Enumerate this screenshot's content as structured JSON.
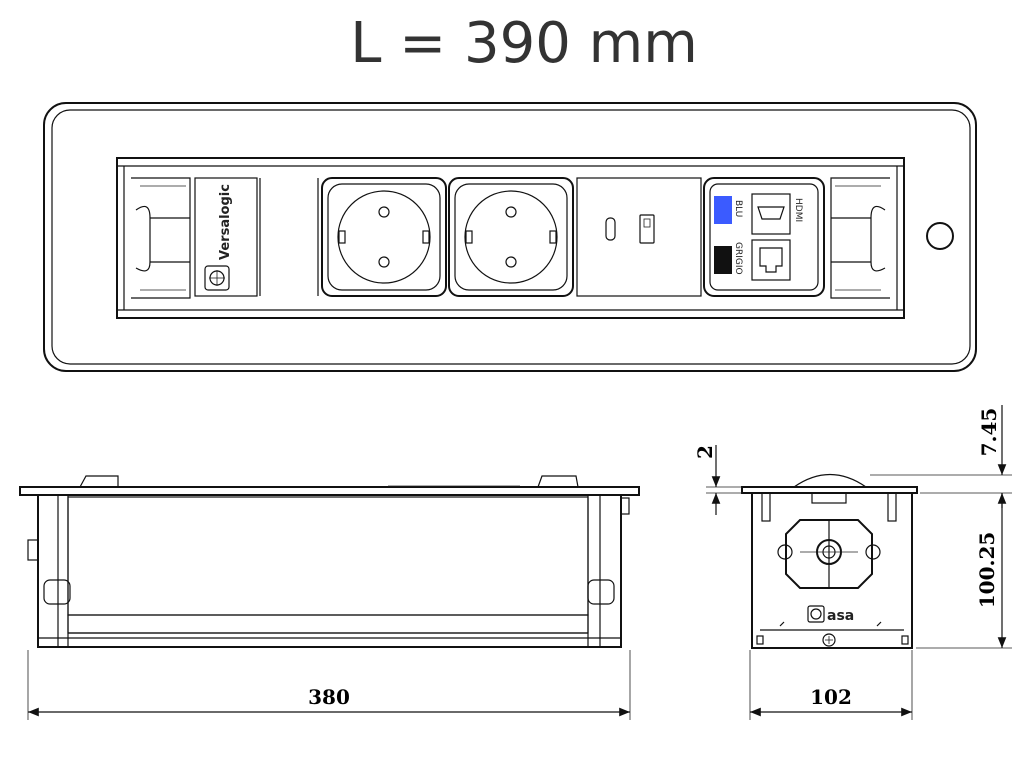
{
  "drawing": {
    "title": "L = 390 mm",
    "top_view": {
      "brand_label": "Versalogic",
      "port_labels": {
        "blue": "BLU",
        "grey": "GRIGIO",
        "hdmi": "HDMI"
      },
      "colors": {
        "blue_marker": "#3b5bff",
        "grey_marker": "#111111"
      }
    },
    "side_view": {
      "length_dim": "380"
    },
    "end_view": {
      "brand_label": "asa",
      "width_dim": "102",
      "height_dim": "100.25",
      "lid_dim": "7.45",
      "plate_dim": "2"
    }
  }
}
